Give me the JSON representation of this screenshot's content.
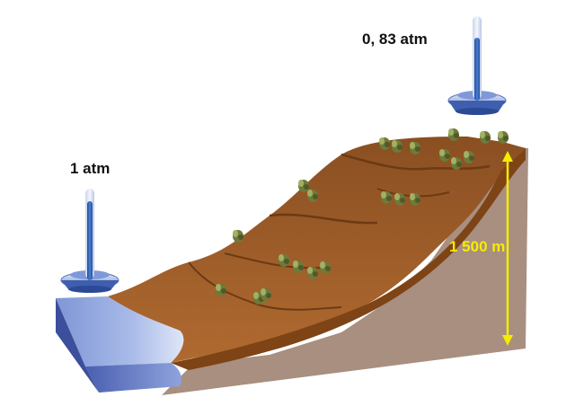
{
  "labels": {
    "pressure_low": "1 atm",
    "pressure_high": "0, 83 atm",
    "altitude": "1 500 m"
  },
  "colors": {
    "altitude_marker": "#f5ec00",
    "water": "#8fa6de",
    "soil": "#9a5a2a",
    "rock": "#a88f80",
    "barometer_liquid": "#2f5fb0",
    "vegetation": "#6f7a3a"
  },
  "icons": [
    "barometer-icon",
    "altitude-arrow-icon",
    "shrub-icon"
  ]
}
